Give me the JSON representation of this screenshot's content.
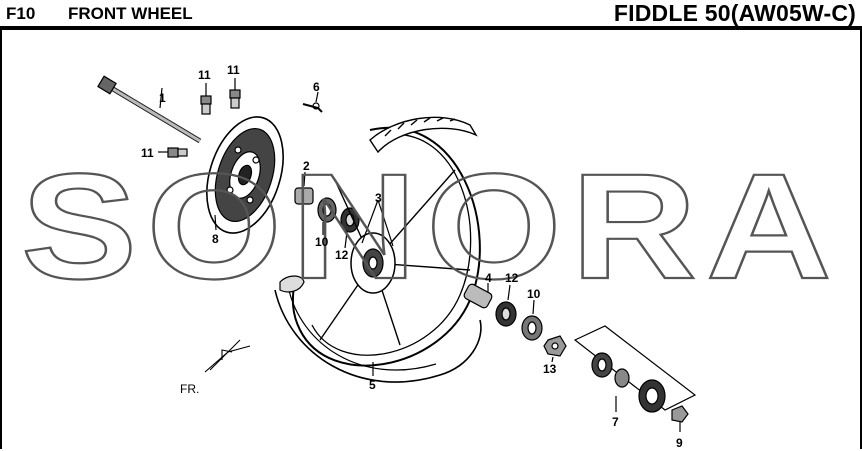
{
  "header": {
    "code": "F10",
    "title": "FRONT WHEEL",
    "model": "FIDDLE 50(AW05W-C)"
  },
  "watermark": "SONORA",
  "direction_label": "FR.",
  "callouts": {
    "c1": "1",
    "c2": "2",
    "c3": "3",
    "c4": "4",
    "c5": "5",
    "c6": "6",
    "c7": "7",
    "c8": "8",
    "c9": "9",
    "c10a": "10",
    "c10b": "10",
    "c11a": "11",
    "c11b": "11",
    "c11c": "11",
    "c12a": "12",
    "c12b": "12",
    "c13": "13"
  }
}
